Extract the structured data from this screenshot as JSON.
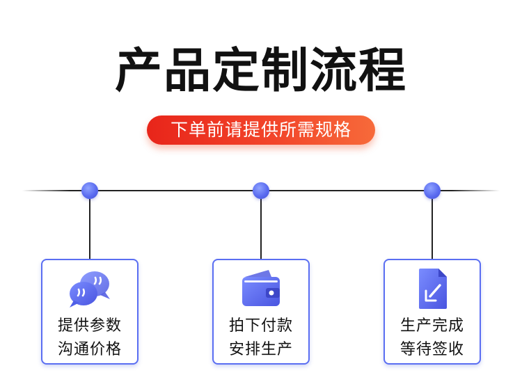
{
  "title": "产品定制流程",
  "subtitle": "下单前请提供所需规格",
  "accent_color": "#5a6ef2",
  "pill_color": "#f2452a",
  "steps": [
    {
      "icon": "chat-bubbles-icon",
      "line1": "提供参数",
      "line2": "沟通价格"
    },
    {
      "icon": "wallet-icon",
      "line1": "拍下付款",
      "line2": "安排生产"
    },
    {
      "icon": "document-edit-icon",
      "line1": "生产完成",
      "line2": "等待签收"
    }
  ]
}
